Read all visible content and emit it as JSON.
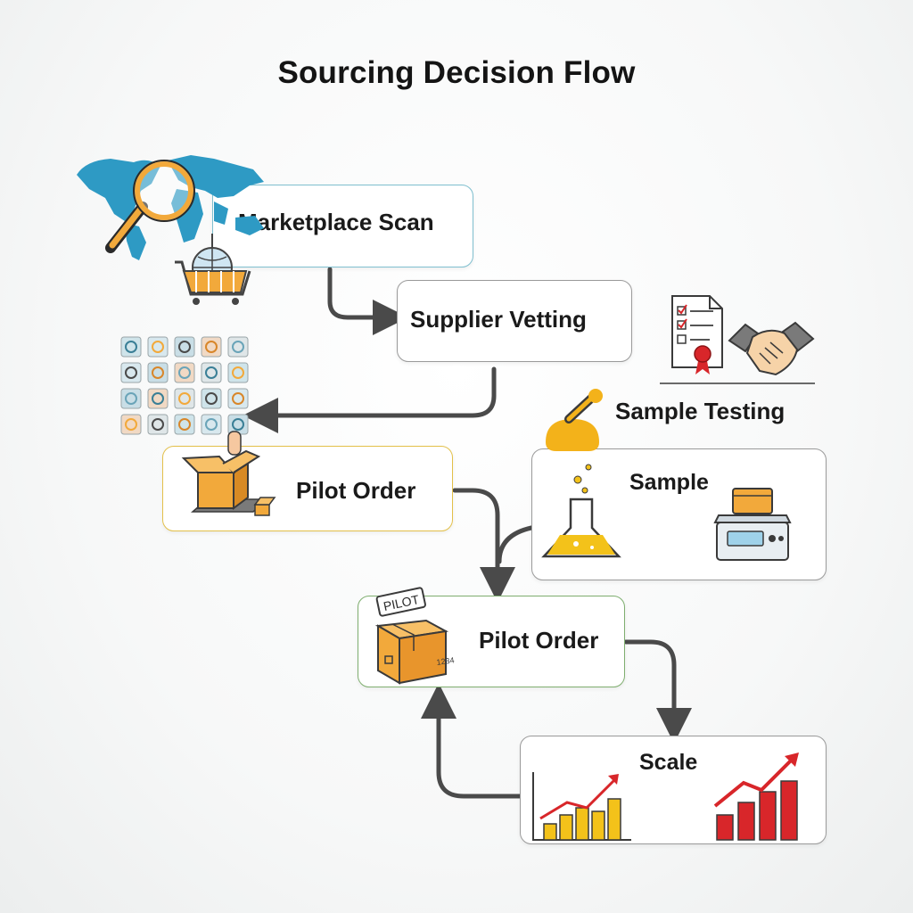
{
  "title": "Sourcing Decision Flow",
  "nodes": {
    "marketplace_scan": "Marketplace Scan",
    "supplier_vetting": "Supplier Vetting",
    "sample_testing": "Sample Testing",
    "sample": "Sample",
    "pilot_order_1": "Pilot Order",
    "pilot_order_2": "Pilot Order",
    "scale": "Scale"
  },
  "stamp_text": "PILOT",
  "box_code": "1234",
  "icons": [
    "world-map-icon",
    "magnifier-icon",
    "globe-cart-icon",
    "checklist-document-icon",
    "handshake-icon",
    "product-grid-icon",
    "open-box-icon",
    "pipette-icon",
    "flask-icon",
    "scale-icon",
    "package-icon",
    "growth-chart-icon"
  ],
  "colors": {
    "arrow": "#4a4a4a",
    "map": "#2e9ac4",
    "accent_orange": "#f2a93b",
    "accent_red": "#d8262a",
    "accent_yellow": "#f3c21a"
  }
}
